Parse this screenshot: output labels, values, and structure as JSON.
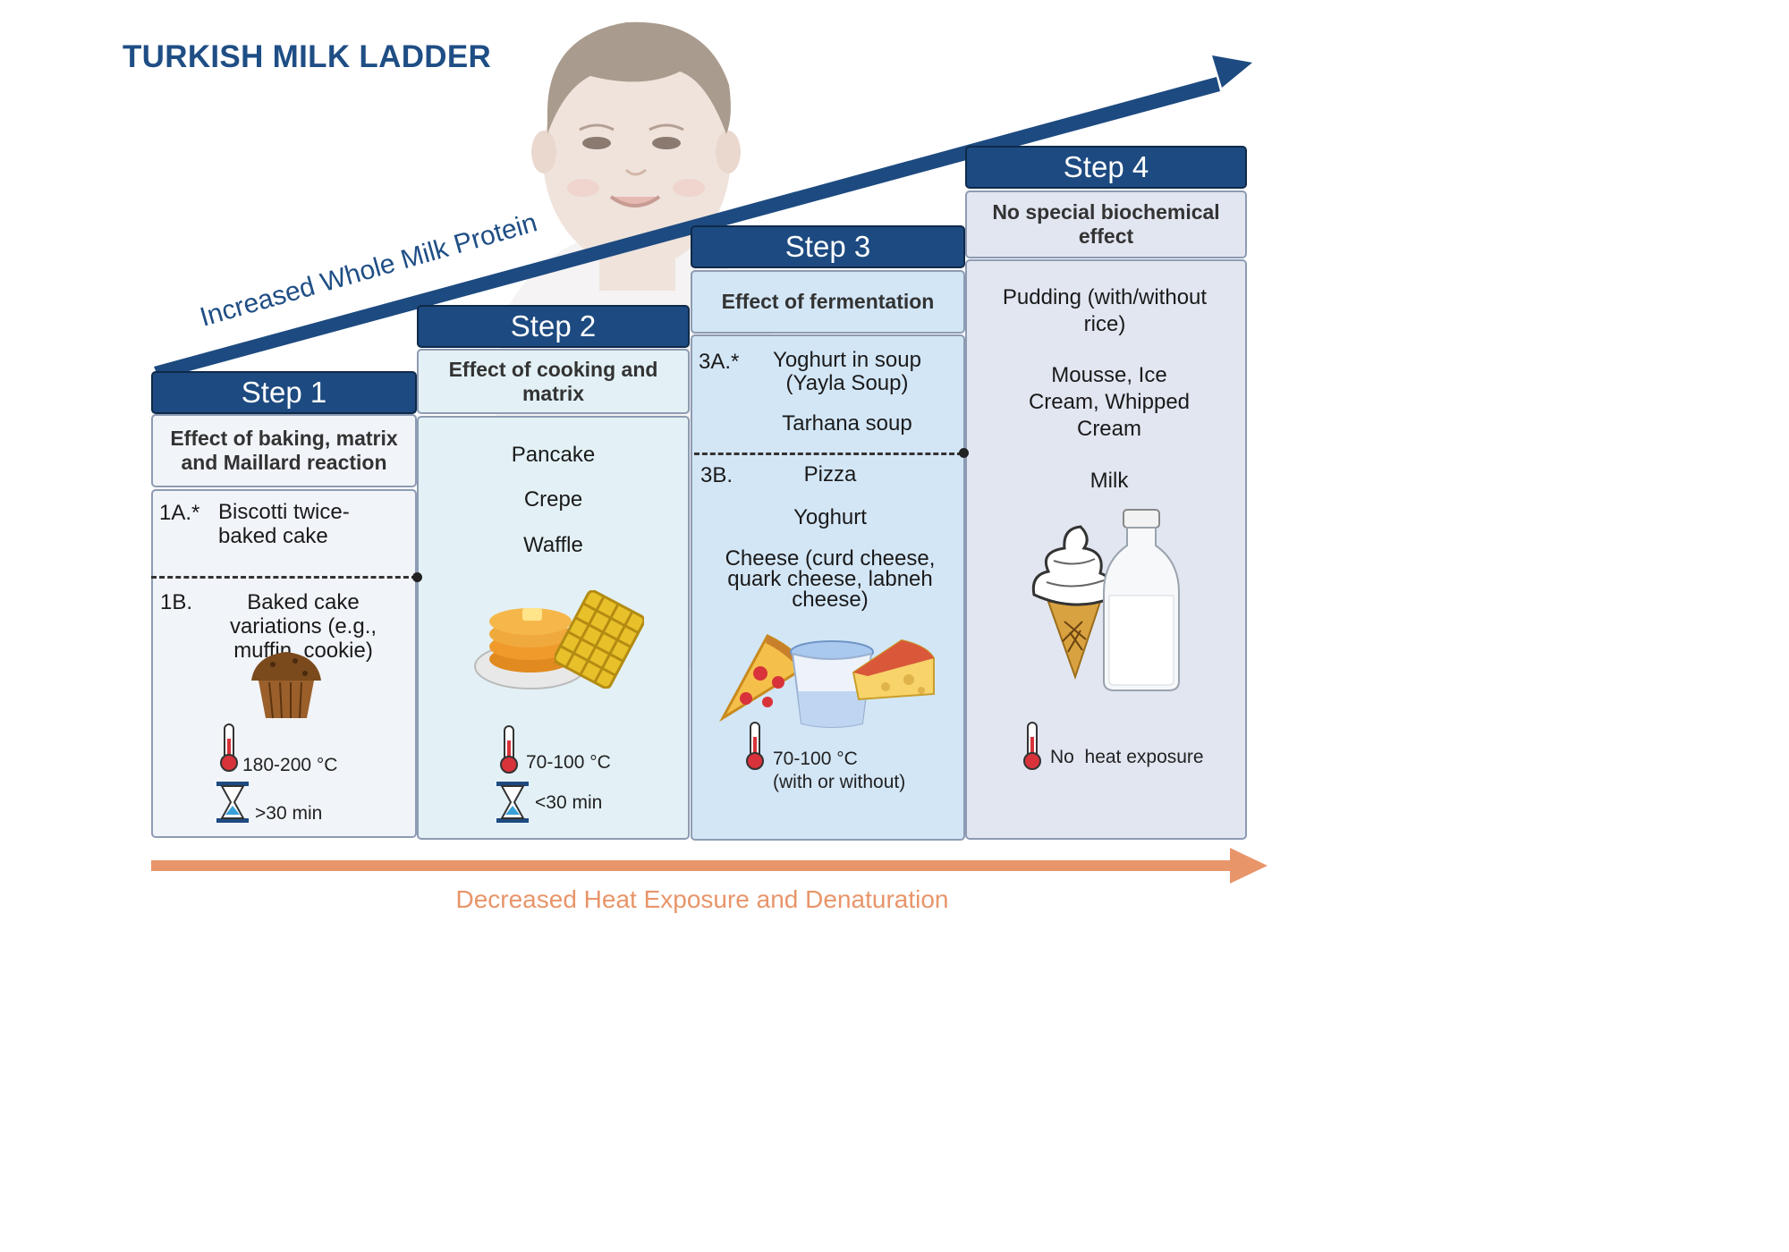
{
  "title": "TURKISH MILK LADDER",
  "top_arrow_label": "Increased Whole Milk Protein",
  "bottom_arrow_label": "Decreased Heat Exposure and Denaturation",
  "colors": {
    "navy": "#1d4a80",
    "title_blue": "#1f4e85",
    "orange": "#e8956a",
    "step1_bg": "#f1f4f9",
    "step2_bg": "#e3f1f6",
    "step3_bg": "#d3e6f6",
    "step4_bg": "#e1e6f1"
  },
  "steps": [
    {
      "header": "Step 1",
      "effect": "Effect of baking, matrix and Maillard reaction",
      "part_a_label": "1A.*",
      "part_a_text": "Biscotti twice-baked cake",
      "part_b_label": "1B.",
      "part_b_text": "Baked cake variations (e.g., muffin, cookie)",
      "temperature": "180-200 °C",
      "time": ">30 min",
      "icons": [
        "muffin-icon",
        "thermometer-icon",
        "hourglass-icon"
      ]
    },
    {
      "header": "Step 2",
      "effect": "Effect of cooking and matrix",
      "foods": [
        "Pancake",
        "Crepe",
        "Waffle"
      ],
      "temperature": "70-100 °C",
      "time": "<30 min",
      "icons": [
        "pancake-icon",
        "waffle-icon",
        "thermometer-icon",
        "hourglass-icon"
      ]
    },
    {
      "header": "Step 3",
      "effect": "Effect of fermentation",
      "part_a_label": "3A.*",
      "part_a_foods": [
        "Yoghurt in soup (Yayla Soup)",
        "Tarhana soup"
      ],
      "part_b_label": "3B.",
      "part_b_foods": [
        "Pizza",
        "Yoghurt",
        "Cheese (curd cheese, quark cheese, labneh cheese)"
      ],
      "temperature": "70-100 °C",
      "temperature_note": "(with or without)",
      "icons": [
        "pizza-icon",
        "yoghurt-cup-icon",
        "cheese-icon",
        "thermometer-icon"
      ]
    },
    {
      "header": "Step 4",
      "effect": "No special biochemical effect",
      "foods": [
        "Pudding (with/without rice)",
        "Mousse, Ice Cream, Whipped Cream",
        "Milk"
      ],
      "heat": "No  heat exposure",
      "icons": [
        "ice-cream-icon",
        "milk-bottle-icon",
        "thermometer-icon"
      ]
    }
  ]
}
